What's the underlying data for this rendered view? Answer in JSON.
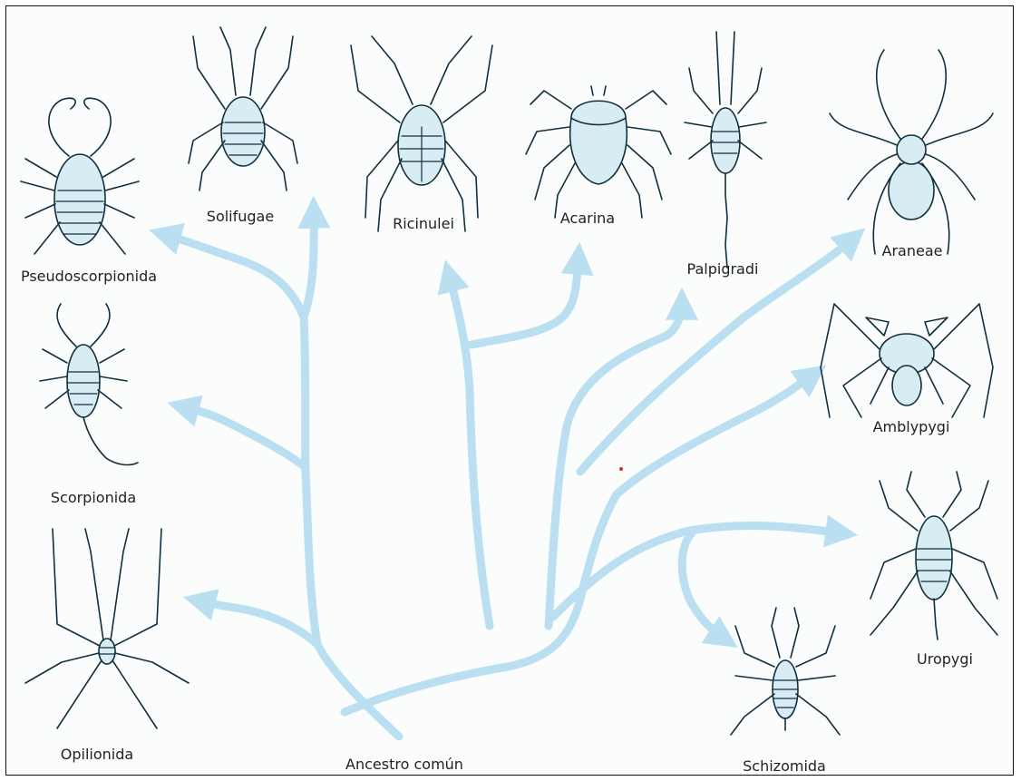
{
  "diagram": {
    "root_label": "Ancestro común",
    "taxa": {
      "pseudoscorpionida": "Pseudoscorpionida",
      "solifugae": "Solifugae",
      "ricinulei": "Ricinulei",
      "acarina": "Acarina",
      "palpigradi": "Palpigradi",
      "araneae": "Araneae",
      "scorpionida": "Scorpionida",
      "amblypygi": "Amblypygi",
      "opilionida": "Opilionida",
      "uropygi": "Uropygi",
      "schizomida": "Schizomida"
    },
    "colors": {
      "branch": "#b9dff0",
      "ink": "#10303f",
      "body_fill": "#d8ecf4"
    }
  }
}
